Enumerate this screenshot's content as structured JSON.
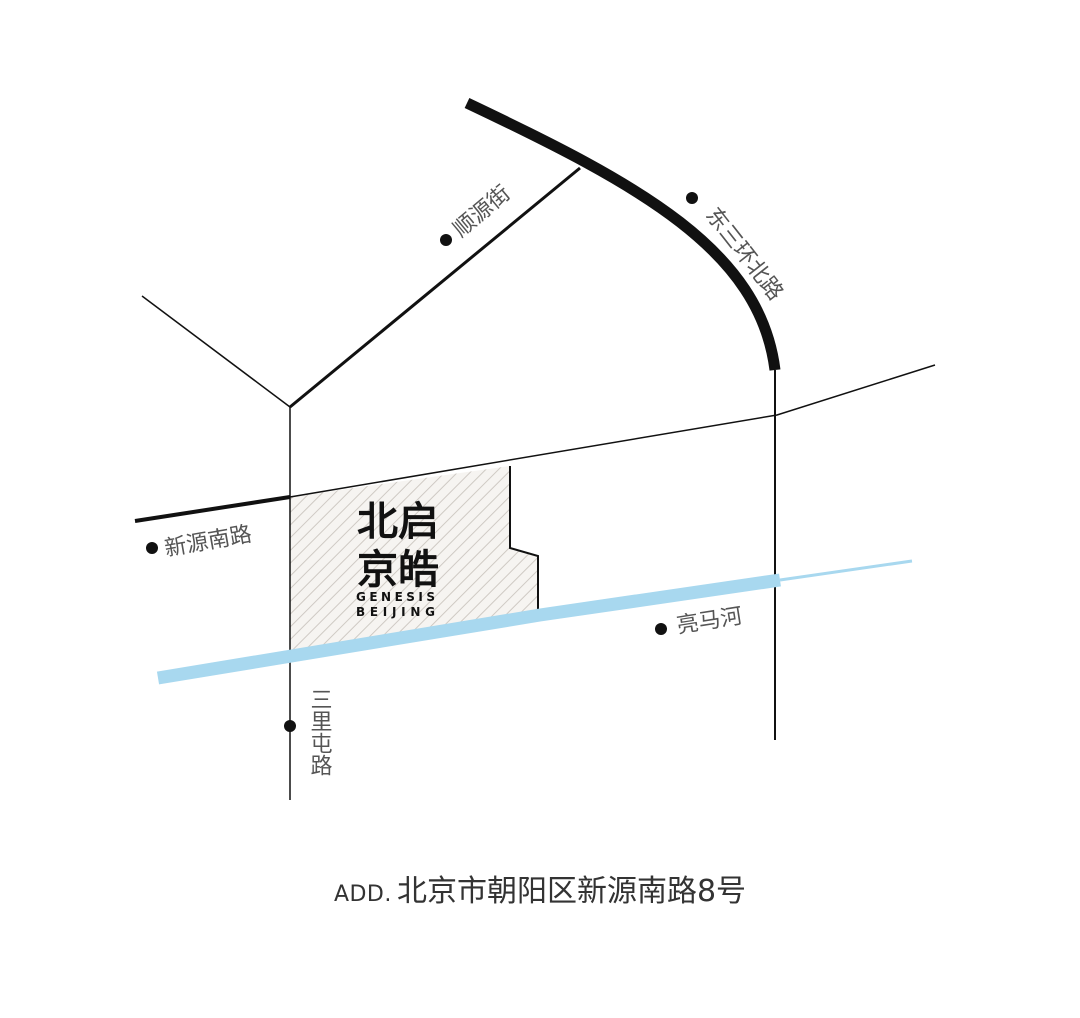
{
  "colors": {
    "road": "#111111",
    "river": "#a8d8ef",
    "site_hatch": "#cfcac4",
    "label": "#555555"
  },
  "labels": {
    "shunyuan_street": "顺源街",
    "east_third_ring_north": "东三环北路",
    "xinyuan_south_road": "新源南路",
    "liangma_river": "亮马河",
    "sanlitun_road": "三里屯路"
  },
  "logo": {
    "cn_line1": "北启",
    "cn_line2": "京皓",
    "en_line1": "GENESIS",
    "en_line2": "BEIJING"
  },
  "address": {
    "prefix": "ADD.",
    "text": "北京市朝阳区新源南路8号"
  }
}
